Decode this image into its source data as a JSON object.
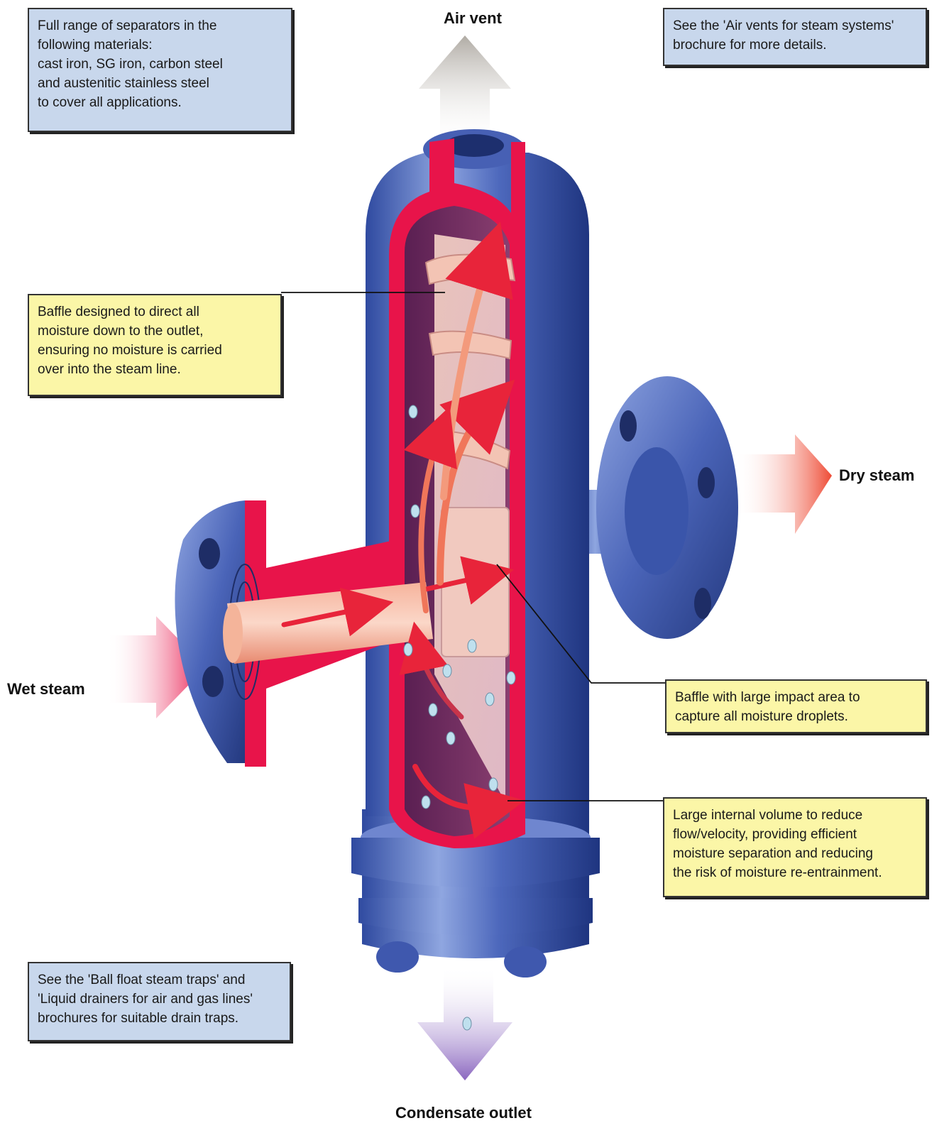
{
  "labels": {
    "air_vent": "Air vent",
    "dry_steam": "Dry steam",
    "wet_steam": "Wet steam",
    "condensate_outlet": "Condensate outlet"
  },
  "callouts": {
    "materials": [
      "Full range of separators in the",
      "following materials:",
      "cast iron, SG iron, carbon steel",
      "and austenitic stainless steel",
      "to cover all applications."
    ],
    "air_vents": [
      "See the 'Air vents for steam systems'",
      "brochure for more details."
    ],
    "baffle_direct": [
      "Baffle designed to direct all",
      "moisture down to the outlet,",
      "ensuring no moisture is carried",
      "over into the steam line."
    ],
    "baffle_impact": [
      "Baffle with large impact area to",
      "capture all moisture droplets."
    ],
    "internal_volume": [
      "Large internal volume to reduce",
      "flow/velocity, providing efficient",
      "moisture separation and reducing",
      "the risk of moisture re-entrainment."
    ],
    "drain_traps": [
      "See the 'Ball float steam traps' and",
      "'Liquid drainers for air and gas lines'",
      "brochures for suitable drain traps."
    ]
  },
  "colors": {
    "body_blue": "#4a64b8",
    "section_red": "#e8144a",
    "interior_purple": "#6a2a5a",
    "callout_blue": "#c8d7ec",
    "callout_yellow": "#fbf6a7",
    "air_arrow": "#b8b2aa",
    "steam_arrow": "#f05a3a",
    "condensate_arrow": "#8e6cc0"
  }
}
